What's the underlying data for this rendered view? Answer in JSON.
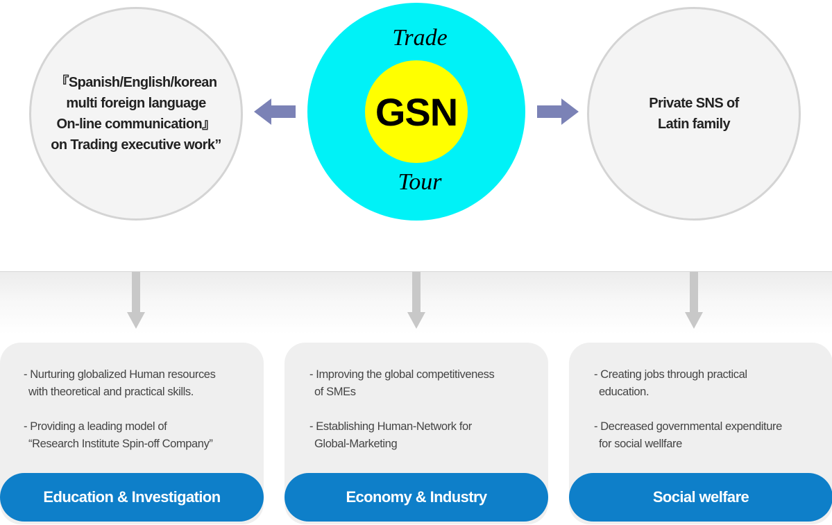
{
  "center": {
    "core": "GSN",
    "top_word": "Trade",
    "bottom_word": "Tour",
    "outer_color": "#00f2f7",
    "inner_color": "#ffff00"
  },
  "left_circle": {
    "lines": [
      "『Spanish/English/korean",
      "multi foreign language",
      "On-line communication』",
      "on Trading executive work”"
    ]
  },
  "right_circle": {
    "lines": [
      "Private SNS of",
      "Latin family"
    ]
  },
  "columns": [
    {
      "bullets": [
        [
          "- Nurturing globalized Human resources",
          "with theoretical and practical skills."
        ],
        [
          "- Providing a leading model of",
          "“Research Institute Spin-off Company”"
        ]
      ],
      "title": "Education & Investigation"
    },
    {
      "bullets": [
        [
          "- Improving the global competitiveness",
          "of SMEs"
        ],
        [
          "- Establishing Human-Network for",
          "Global-Marketing"
        ]
      ],
      "title": "Economy & Industry"
    },
    {
      "bullets": [
        [
          "- Creating jobs  through practical",
          "education."
        ],
        [
          "- Decreased governmental expenditure",
          "for social wellfare"
        ]
      ],
      "title": "Social welfare"
    }
  ],
  "colors": {
    "pill": "#0e7fc9",
    "side_arrow": "#7b82b6",
    "down_arrow": "#c8c8c8"
  }
}
